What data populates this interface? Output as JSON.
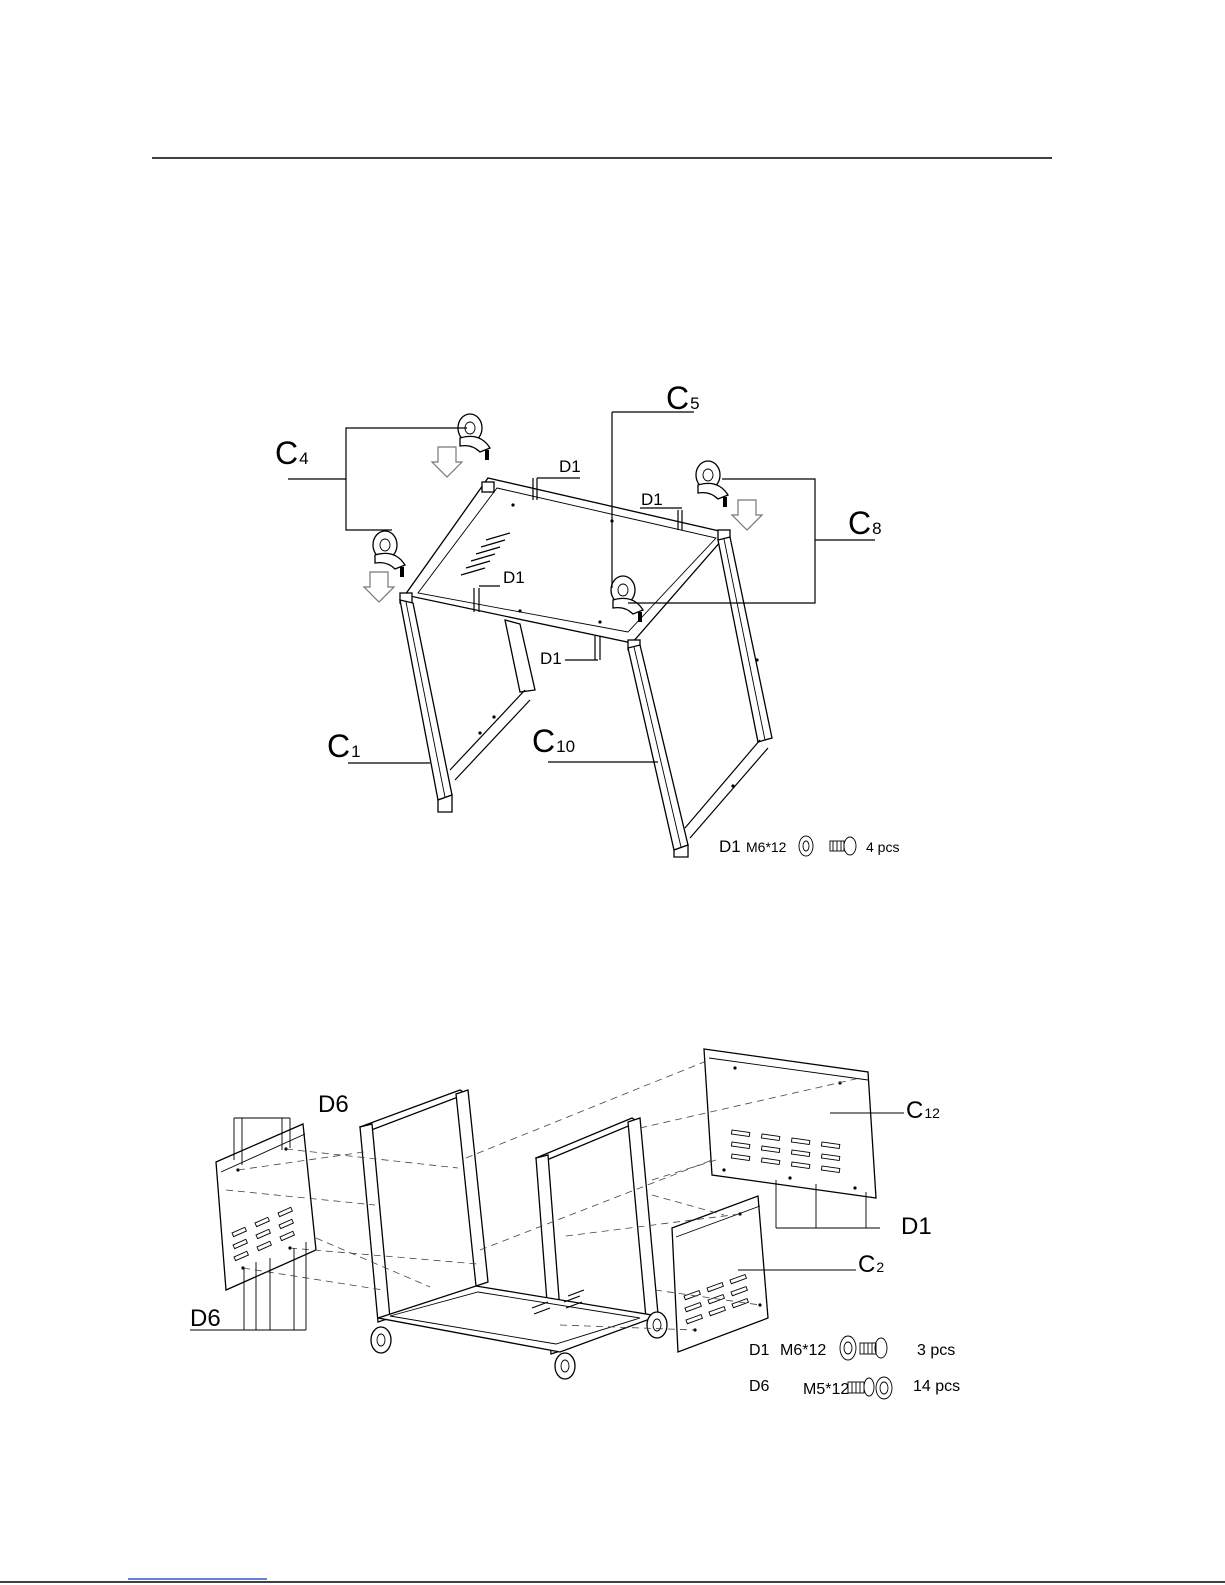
{
  "step1": {
    "labels": {
      "c5": {
        "letter": "C",
        "num": "5"
      },
      "c4": {
        "letter": "C",
        "num": "4"
      },
      "c8": {
        "letter": "C",
        "num": "8"
      },
      "c1": {
        "letter": "C",
        "num": "1"
      },
      "c10": {
        "letter": "C",
        "num": "10"
      },
      "d1_a": "D1",
      "d1_b": "D1",
      "d1_c": "D1",
      "d1_d": "D1"
    },
    "hardware": {
      "code": "D1",
      "spec": "M6*12",
      "qty": "4 pcs"
    }
  },
  "step2": {
    "labels": {
      "d6_top": "D6",
      "d6_bottom": "D6",
      "c12": {
        "letter": "C",
        "num": "12"
      },
      "c2": {
        "letter": "C",
        "num": "2"
      },
      "d1": "D1"
    },
    "hardware": [
      {
        "code": "D1",
        "spec": "M6*12",
        "qty": "3 pcs"
      },
      {
        "code": "D6",
        "spec": "M5*12",
        "qty": "14 pcs"
      }
    ]
  }
}
